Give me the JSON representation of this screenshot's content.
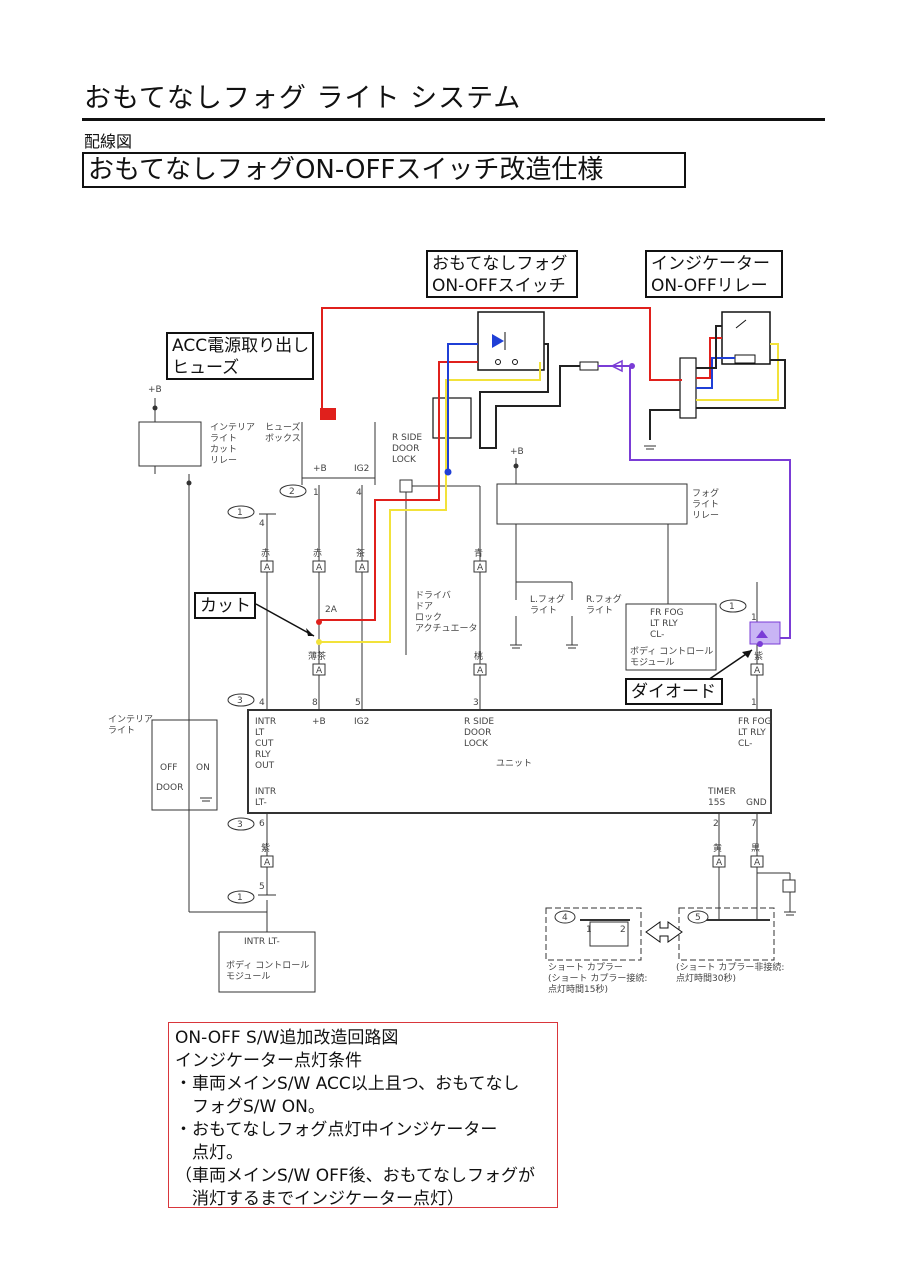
{
  "page_title": "おもてなしフォグ ライト システム",
  "section_label": "配線図",
  "main_heading": "おもてなしフォグON-OFFスイッチ改造仕様",
  "callouts": {
    "switch": [
      "おもてなしフォグ",
      "ON-OFFスイッチ"
    ],
    "relay": [
      "インジケーター",
      "ON-OFFリレー"
    ],
    "fuse": [
      "ACC電源取り出し",
      "ヒューズ"
    ],
    "cut": "カット",
    "diode": "ダイオード"
  },
  "labels": {
    "plus_b": "+B",
    "interior_relay": [
      "インテリア",
      "ライト",
      "カット",
      "リレー"
    ],
    "fuse_box": [
      "ヒューズ",
      "ボックス"
    ],
    "fuse_pins": [
      "+B",
      "IG2"
    ],
    "fuse_pin_nums": [
      "1",
      "4"
    ],
    "r_side_door_lock": [
      "R SIDE",
      "DOOR",
      "LOCK"
    ],
    "fog_relay": [
      "フォグ",
      "ライト",
      "リレー"
    ],
    "l_fog": [
      "L.フォグ",
      "ライト"
    ],
    "r_fog": [
      "R.フォグ",
      "ライト"
    ],
    "driver_door": [
      "ドライバ",
      "ドア",
      "ロック",
      "アクチュエータ"
    ],
    "bcm_fr": [
      "FR FOG",
      "LT RLY",
      "CL-"
    ],
    "bcm_name": [
      "ボディ コントロール",
      "モジュール"
    ],
    "fuse_2a": "2A",
    "interior_light": [
      "インテリア",
      "ライト"
    ],
    "off_on": [
      "OFF",
      "ON"
    ],
    "door": "DOOR",
    "unit_left": [
      "INTR",
      "LT",
      "CUT",
      "RLY",
      "OUT"
    ],
    "unit_plusb": "+B",
    "unit_ig2": "IG2",
    "unit_rside": [
      "R SIDE",
      "DOOR",
      "LOCK"
    ],
    "unit_center": "ユニット",
    "unit_right": [
      "FR FOG",
      "LT RLY",
      "CL-"
    ],
    "unit_intr_lt": [
      "INTR",
      "LT-"
    ],
    "unit_timer": [
      "TIMER",
      "15S"
    ],
    "unit_gnd": "GND",
    "connector_nums": [
      "1",
      "2",
      "3",
      "3",
      "1",
      "1",
      "4",
      "5"
    ],
    "pin_nums_top": [
      "4",
      "8",
      "5",
      "3",
      "1"
    ],
    "pin_nums_bottom": [
      "6",
      "2",
      "7"
    ],
    "pin_4": "4",
    "pin_1": "1",
    "pin_5": "5",
    "wire_colors": [
      "赤",
      "赤",
      "茶",
      "青",
      "薄茶",
      "桃",
      "紫",
      "紫",
      "黄",
      "黒"
    ],
    "wire_letter": "A",
    "bcm_intr": [
      "INTR LT-",
      "ボディ コントロール",
      "モジュール"
    ],
    "short_coupler_4": [
      "ショート カプラー",
      "(ショート カプラー接続:",
      "点灯時間15秒)"
    ],
    "short_coupler_5": [
      "(ショート カプラー非接続:",
      "点灯時間30秒)"
    ],
    "coupler_pins": [
      "1",
      "2"
    ]
  },
  "note": {
    "lines": [
      "ON-OFF S/W追加改造回路図",
      "インジケーター点灯条件",
      "・車両メインS/W ACC以上且つ、おもてなし",
      "　フォグS/W ON。",
      "・おもてなしフォグ点灯中インジケーター",
      "　点灯。",
      "（車両メインS/W OFF後、おもてなしフォグが",
      "　消灯するまでインジケーター点灯）"
    ]
  },
  "colors": {
    "red": "#e0201c",
    "yellow": "#f2e23a",
    "blue": "#1f3fd6",
    "purple": "#7a3cd6",
    "dark": "#111111",
    "gray": "#666666"
  }
}
